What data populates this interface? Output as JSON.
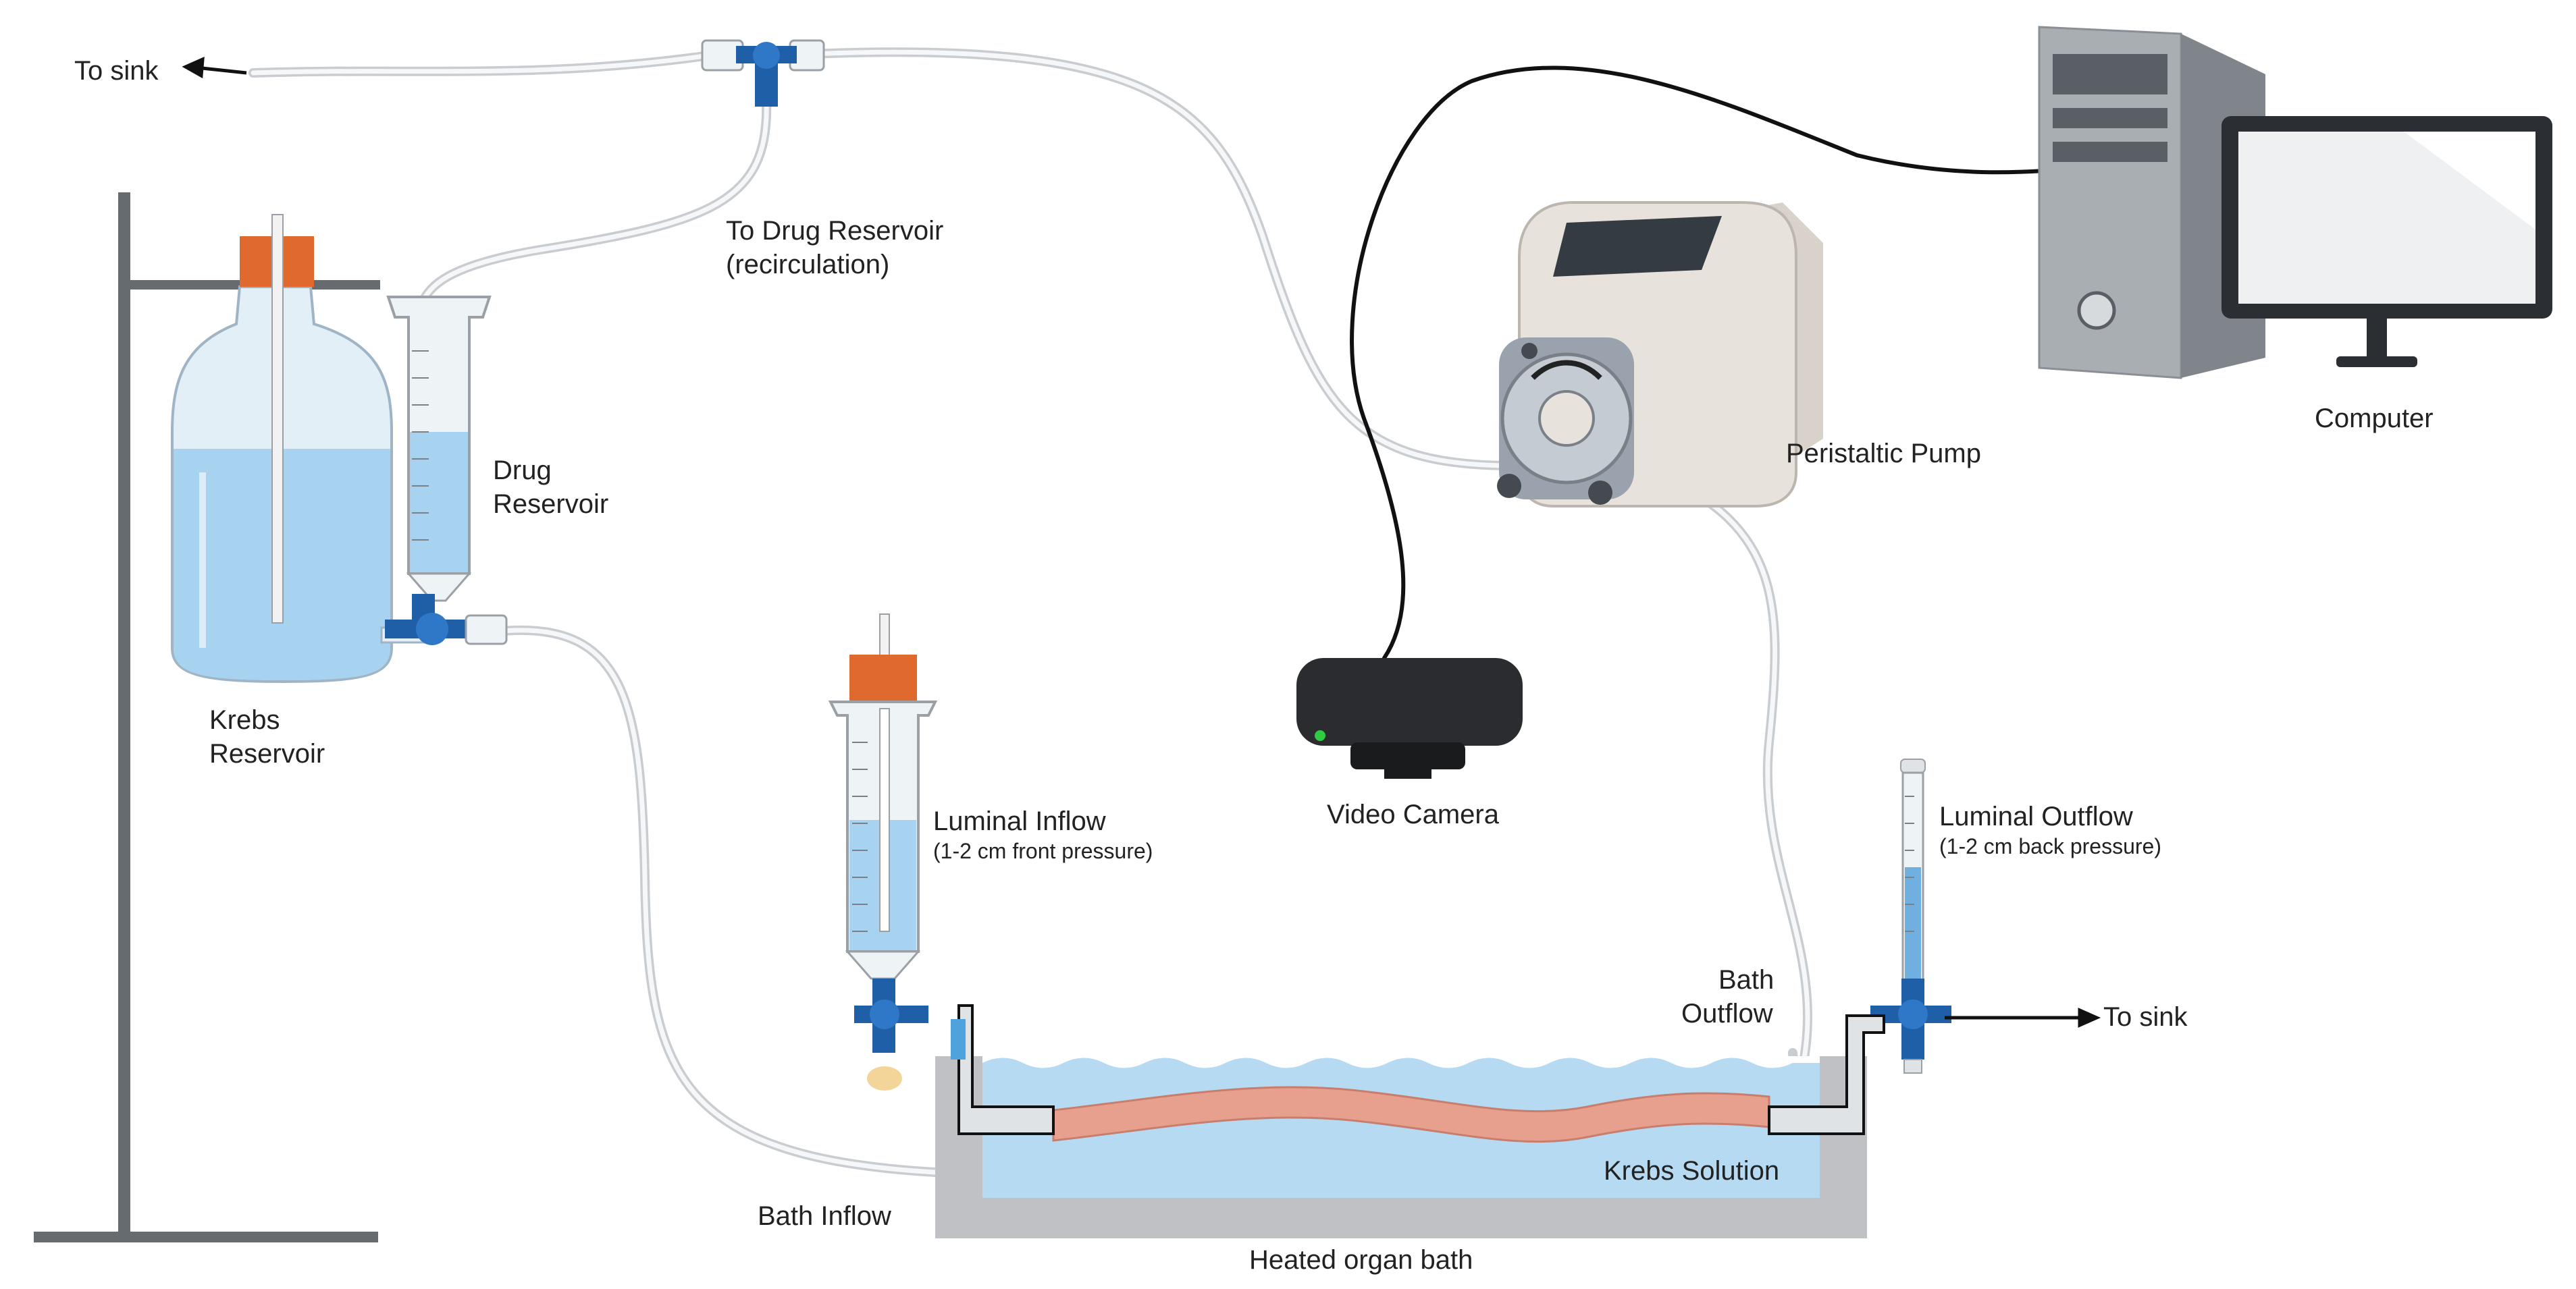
{
  "labels": {
    "to_sink_top": "To sink",
    "to_drug_reservoir_1": "To Drug Reservoir",
    "to_drug_reservoir_2": "(recirculation)",
    "drug_reservoir_1": "Drug",
    "drug_reservoir_2": "Reservoir",
    "krebs_reservoir_1": "Krebs",
    "krebs_reservoir_2": "Reservoir",
    "peristaltic_pump": "Peristaltic Pump",
    "computer": "Computer",
    "video_camera": "Video Camera",
    "luminal_inflow": "Luminal Inflow",
    "luminal_inflow_note": "(1-2 cm front pressure)",
    "luminal_outflow": "Luminal Outflow",
    "luminal_outflow_note": "(1-2 cm back pressure)",
    "bath_outflow_1": "Bath",
    "bath_outflow_2": "Outflow",
    "to_sink_right": "To sink",
    "krebs_solution": "Krebs Solution",
    "bath_inflow": "Bath Inflow",
    "heated_organ_bath": "Heated organ bath"
  },
  "colors": {
    "liquid": "#a8d3f0",
    "liquid_dark": "#6fb0e0",
    "cap": "#e06a2e",
    "stopcock": "#1f5fa8",
    "tube": "#c9ccd0",
    "stand": "#666b70",
    "bath": "#bfc1c4",
    "tissue": "#e8a08e",
    "pump_body": "#e7e2dc",
    "monitor": "#2b2f34",
    "camera": "#2a2c2f"
  }
}
